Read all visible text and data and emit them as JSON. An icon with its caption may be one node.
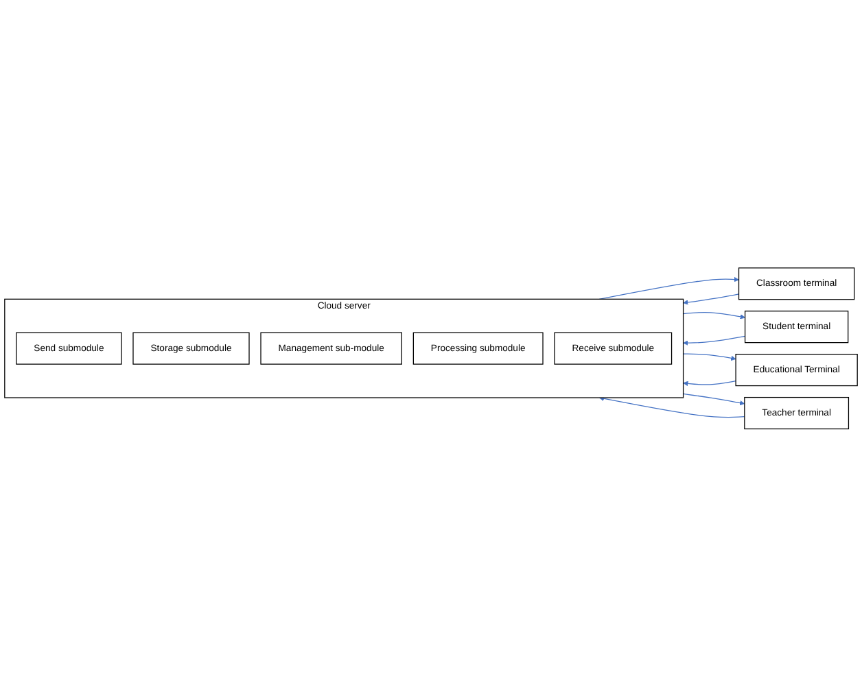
{
  "diagram": {
    "nodes": [
      {
        "text": [
          "Classroom terminal"
        ]
      },
      {
        "text": [
          "Student terminal"
        ]
      },
      {
        "text": [
          "Educational Terminal"
        ]
      },
      {
        "text": [
          "Teacher terminal"
        ]
      },
      {
        "text": [
          "Cloud server"
        ]
      },
      {
        "text": [
          "Send submodule"
        ],
        "in": 4
      },
      {
        "text": [
          "Storage submodule"
        ],
        "in": 4
      },
      {
        "text": [
          "Management sub-module"
        ],
        "in": 4
      },
      {
        "text": [
          "Processing submodule"
        ],
        "in": 4
      },
      {
        "text": [
          "Receive submodule"
        ],
        "in": 4
      }
    ],
    "edges": [
      {
        "from": 0,
        "to": 4,
        "arrow": "to"
      },
      {
        "from": 4,
        "to": 0,
        "arrow": "to"
      },
      {
        "from": 1,
        "to": 4,
        "arrow": "to"
      },
      {
        "from": 4,
        "to": 1,
        "arrow": "to"
      },
      {
        "from": 2,
        "to": 4,
        "arrow": "to"
      },
      {
        "from": 4,
        "to": 2,
        "arrow": "to"
      },
      {
        "from": 4,
        "to": 3,
        "arrow": "to"
      },
      {
        "from": 3,
        "to": 4,
        "arrow": "to"
      }
    ]
  }
}
